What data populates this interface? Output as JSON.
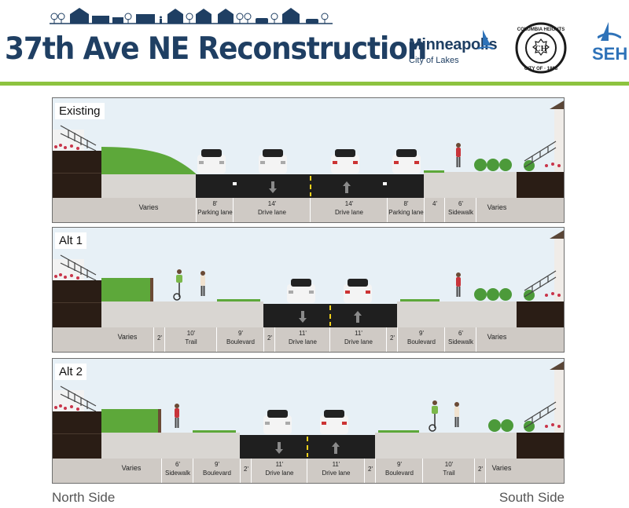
{
  "header": {
    "title": "37th Ave NE Reconstruction",
    "logos": {
      "minneapolis": {
        "name": "Minneapolis",
        "tagline": "City of Lakes"
      },
      "columbia_heights": {
        "text": "COLUMBIA HEIGHTS · CITY OF · 1898",
        "initials": "CH"
      },
      "seh": {
        "name": "SEH"
      }
    },
    "accent_color": "#8dc33f",
    "title_color": "#1f3f63"
  },
  "sections": [
    {
      "label": "Existing",
      "segments": [
        {
          "width": "",
          "name": "Varies"
        },
        {
          "width": "8'",
          "name": "Parking lane"
        },
        {
          "width": "14'",
          "name": "Drive lane"
        },
        {
          "width": "14'",
          "name": "Drive lane"
        },
        {
          "width": "8'",
          "name": "Parking lane"
        },
        {
          "width": "4'",
          "name": ""
        },
        {
          "width": "6'",
          "name": "Sidewalk"
        },
        {
          "width": "",
          "name": "Varies"
        }
      ]
    },
    {
      "label": "Alt 1",
      "segments": [
        {
          "width": "",
          "name": "Varies"
        },
        {
          "width": "2'",
          "name": ""
        },
        {
          "width": "10'",
          "name": "Trail"
        },
        {
          "width": "9'",
          "name": "Boulevard"
        },
        {
          "width": "2'",
          "name": ""
        },
        {
          "width": "11'",
          "name": "Drive lane"
        },
        {
          "width": "11'",
          "name": "Drive lane"
        },
        {
          "width": "2'",
          "name": ""
        },
        {
          "width": "9'",
          "name": "Boulevard"
        },
        {
          "width": "6'",
          "name": "Sidewalk"
        },
        {
          "width": "",
          "name": "Varies"
        }
      ]
    },
    {
      "label": "Alt 2",
      "segments": [
        {
          "width": "",
          "name": "Varies"
        },
        {
          "width": "6'",
          "name": "Sidewalk"
        },
        {
          "width": "9'",
          "name": "Boulevard"
        },
        {
          "width": "2'",
          "name": ""
        },
        {
          "width": "11'",
          "name": "Drive lane"
        },
        {
          "width": "11'",
          "name": "Drive lane"
        },
        {
          "width": "2'",
          "name": ""
        },
        {
          "width": "9'",
          "name": "Boulevard"
        },
        {
          "width": "10'",
          "name": "Trail"
        },
        {
          "width": "2'",
          "name": ""
        },
        {
          "width": "Varies",
          "name": ""
        }
      ]
    }
  ],
  "footer": {
    "north": "North Side",
    "south": "South Side"
  },
  "colors": {
    "sky": "#e7f0f6",
    "asphalt": "#1f1f1f",
    "concrete": "#d9d6d2",
    "dim_band": "#cfcac5",
    "grass": "#5da83a",
    "centerline": "#f2d21b",
    "soil": "#2a1d15"
  }
}
